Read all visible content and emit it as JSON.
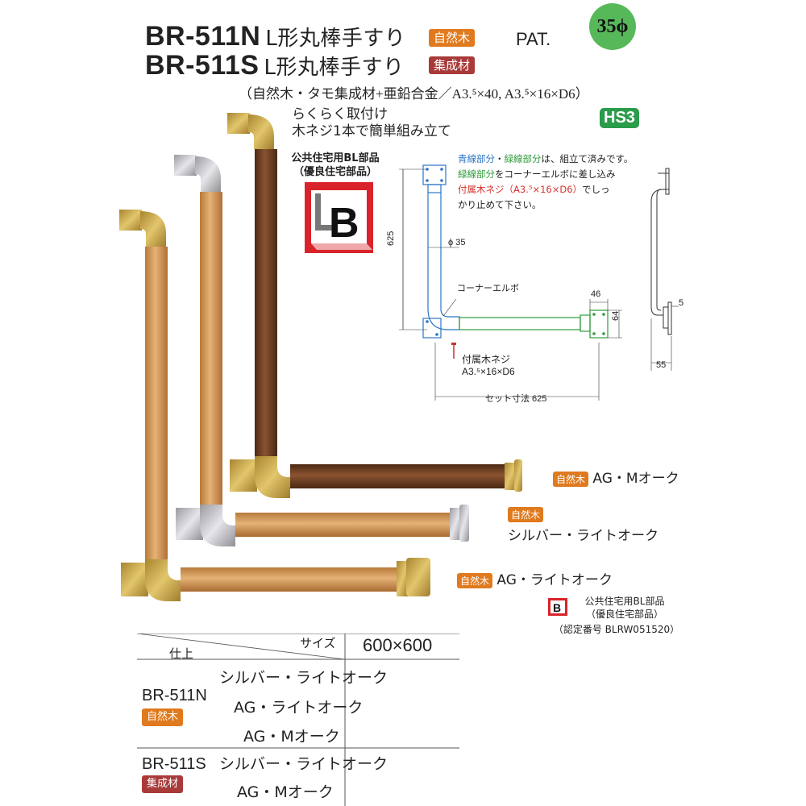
{
  "header": {
    "line1": {
      "model": "BR-511N",
      "name": "L形丸棒手すり",
      "badge": "自然木"
    },
    "line2": {
      "model": "BR-511S",
      "name": "L形丸棒手すり",
      "badge": "集成材"
    },
    "pat": "PAT.",
    "diameter_badge": "35ϕ",
    "spec": "（自然木・タモ集成材+亜鉛合金／A3.⁵×40, A3.⁵×16×D6）"
  },
  "features": {
    "line1": "らくらく取付け",
    "line2": "木ネジ1本で簡単組み立て",
    "hs3": "HS3"
  },
  "bl_part": {
    "line1": "公共住宅用BL部品",
    "line2": "（優良住宅部品）",
    "logo_letters": "LB"
  },
  "assembly_note": {
    "blue": "青線部分",
    "sep": "・",
    "green1": "緑線部分",
    "text1": "は、組立て済みです。",
    "green2": "緑線部分",
    "text2": "をコーナーエルボに差し込み",
    "red": "付属木ネジ（A3.⁵×16×D6）",
    "text3": "でしっ",
    "text4": "かり止めて下さい。"
  },
  "diagram": {
    "dim_625_vertical": "625",
    "dim_phi35": "ϕ 35",
    "corner_elbow": "コーナーエルボ",
    "dim_46": "46",
    "dim_64": "64",
    "screw_label1": "付属木ネジ",
    "screw_label2": "A3.⁵×16×D6",
    "set_dim": "セット寸法 625",
    "dim_5": "5",
    "dim_55": "55"
  },
  "variants": [
    {
      "badge": "自然木",
      "label": "AG・Mオーク"
    },
    {
      "badge": "自然木",
      "label": "シルバー・ライトオーク"
    },
    {
      "badge": "自然木",
      "label": "AG・ライトオーク"
    }
  ],
  "bl_small": {
    "line1": "公共住宅用BL部品",
    "line2": "（優良住宅部品）",
    "line3": "（認定番号 BLRW051520）"
  },
  "table": {
    "header_size": "サイズ",
    "header_finish": "仕上",
    "size_value": "600×600",
    "groups": [
      {
        "model": "BR-511N",
        "badge": "自然木",
        "badge_color": "#e07a1e",
        "finishes": [
          "シルバー・ライトオーク",
          "AG・ライトオーク",
          "AG・Mオーク"
        ]
      },
      {
        "model": "BR-511S",
        "badge": "集成材",
        "badge_color": "#a83a3a",
        "finishes": [
          "シルバー・ライトオーク",
          "AG・Mオーク"
        ]
      }
    ]
  },
  "colors": {
    "natural_wood_badge": "#e07a1e",
    "laminated_badge": "#a83a3a",
    "diameter_circle": "#57b85a",
    "hs3_badge": "#2a9c4a",
    "bl_red": "#d9232a",
    "light_oak": "#d9a05a",
    "m_oak": "#6b3e22",
    "gold_metal": "#c9a444",
    "silver_metal": "#c8c8cc"
  }
}
